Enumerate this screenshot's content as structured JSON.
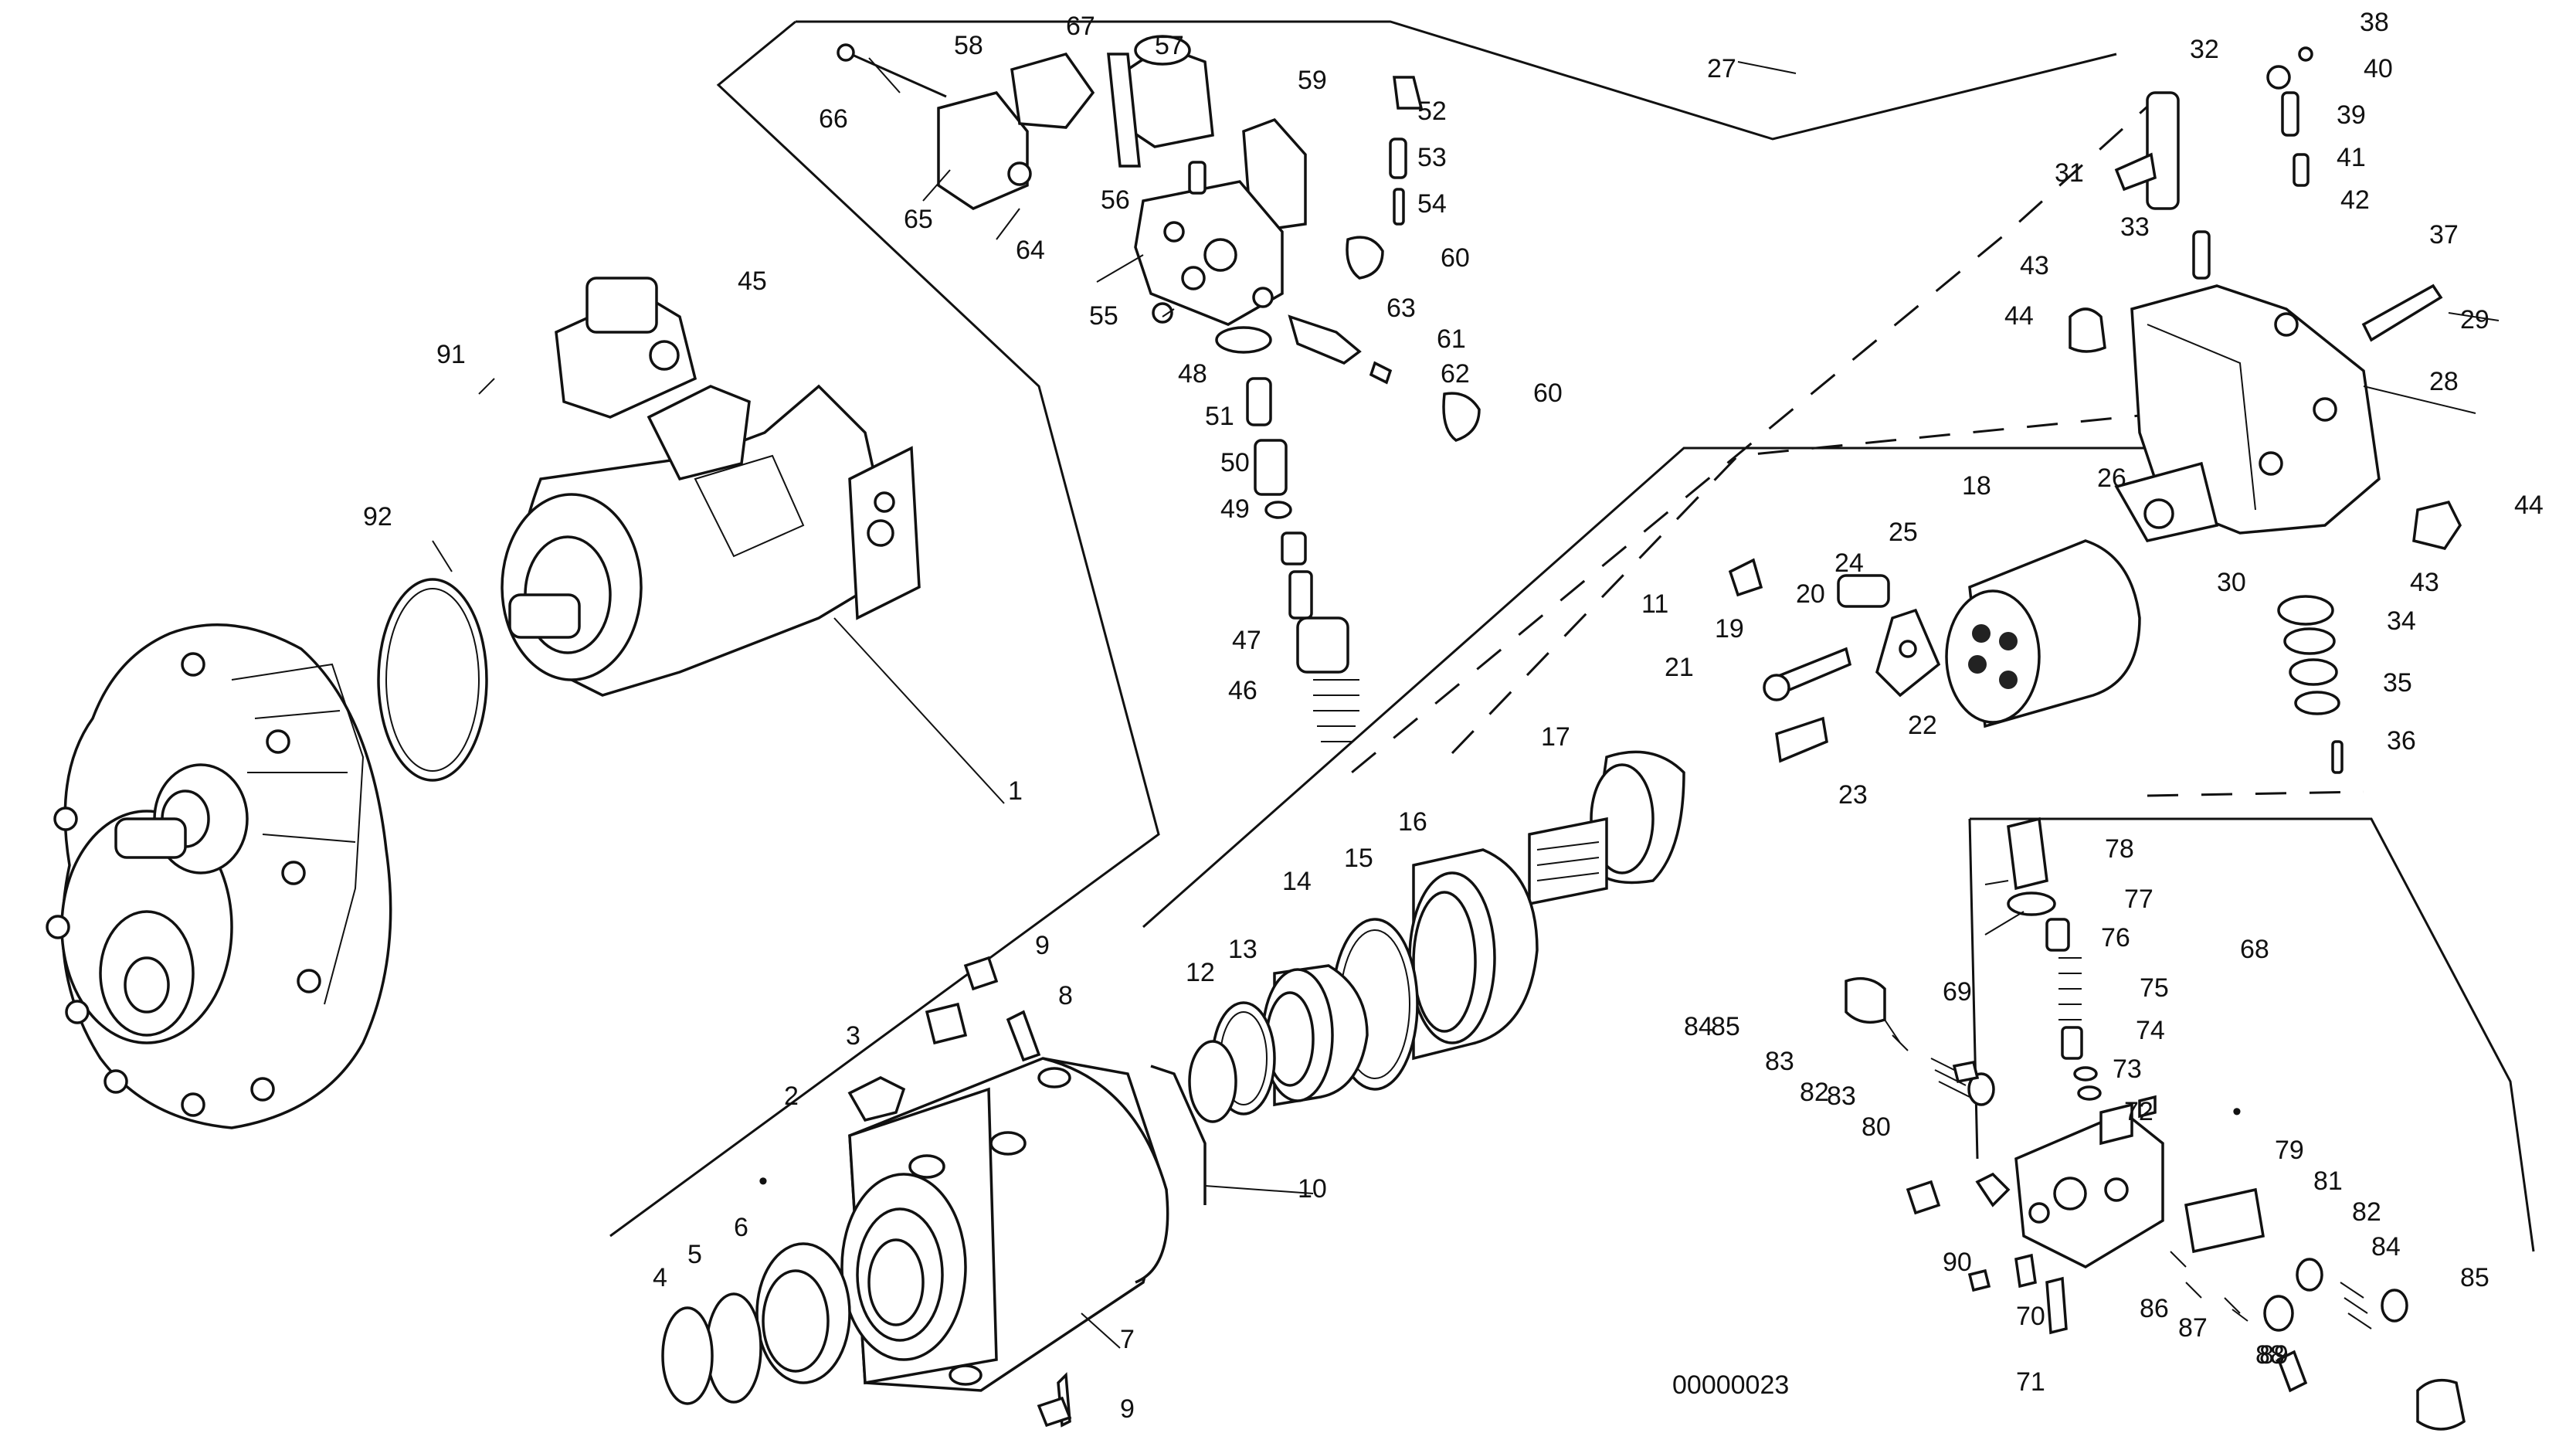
{
  "drawing": {
    "reference_number": "00000023",
    "bullet_marks": [
      "•",
      "•"
    ]
  },
  "callouts": [
    "1",
    "2",
    "3",
    "4",
    "5",
    "6",
    "7",
    "8",
    "9",
    "9",
    "10",
    "11",
    "12",
    "13",
    "14",
    "15",
    "16",
    "17",
    "18",
    "19",
    "20",
    "21",
    "22",
    "23",
    "24",
    "25",
    "26",
    "27",
    "28",
    "29",
    "30",
    "31",
    "32",
    "33",
    "34",
    "35",
    "36",
    "37",
    "38",
    "39",
    "40",
    "41",
    "42",
    "43",
    "43",
    "44",
    "44",
    "45",
    "46",
    "47",
    "48",
    "49",
    "50",
    "51",
    "52",
    "53",
    "54",
    "55",
    "56",
    "57",
    "58",
    "59",
    "60",
    "60",
    "61",
    "62",
    "63",
    "64",
    "65",
    "66",
    "67",
    "68",
    "69",
    "70",
    "71",
    "72",
    "73",
    "74",
    "75",
    "76",
    "77",
    "78",
    "79",
    "80",
    "81",
    "82",
    "82",
    "83",
    "83",
    "84",
    "84",
    "85",
    "85",
    "86",
    "87",
    "88",
    "89",
    "90",
    "91",
    "92"
  ]
}
